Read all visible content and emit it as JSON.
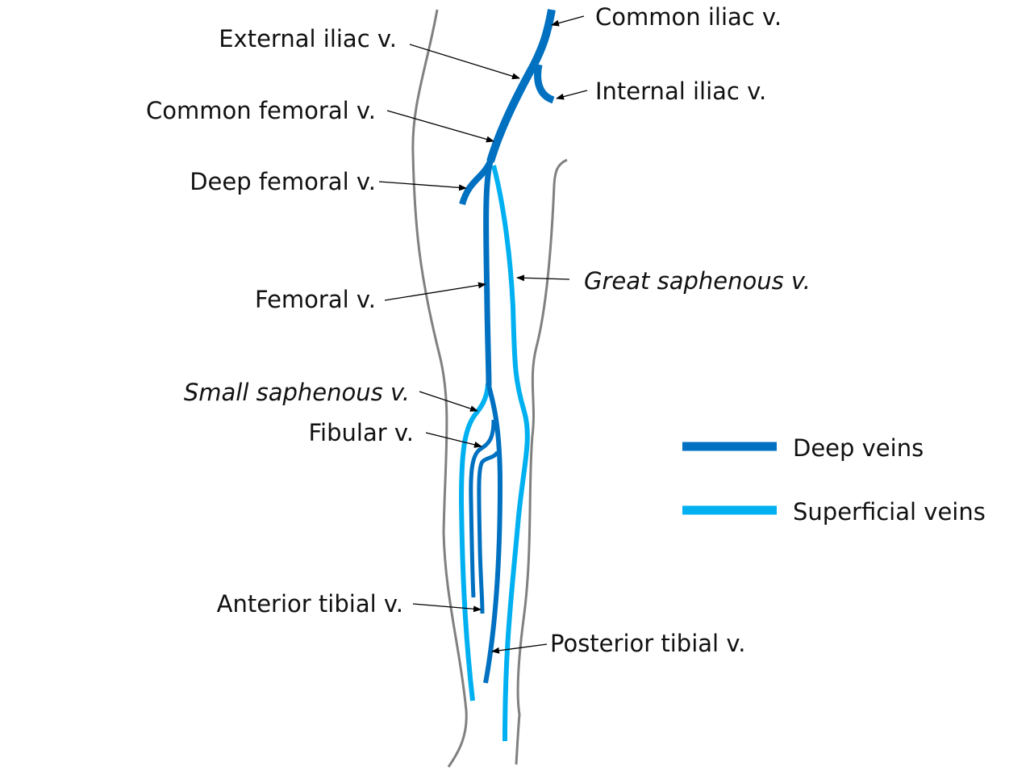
{
  "labels": {
    "common_iliac": "Common iliac v.",
    "external_iliac": "External iliac v.",
    "internal_iliac": "Internal iliac v.",
    "common_femoral": "Common femoral v.",
    "deep_femoral": "Deep femoral v.",
    "great_saphenous": "Great saphenous v.",
    "femoral": "Femoral v.",
    "small_saphenous": "Small saphenous v.",
    "fibular": "Fibular v.",
    "anterior_tibial": "Anterior tibial v.",
    "posterior_tibial": "Posterior tibial v."
  },
  "legend": [
    {
      "label": "Deep veins",
      "color": "#0070c0"
    },
    {
      "label": "Superficial veins",
      "color": "#00b0f0"
    }
  ],
  "colors": {
    "deep": "#0070c0",
    "superficial": "#00b0f0",
    "outline": "#808080"
  }
}
